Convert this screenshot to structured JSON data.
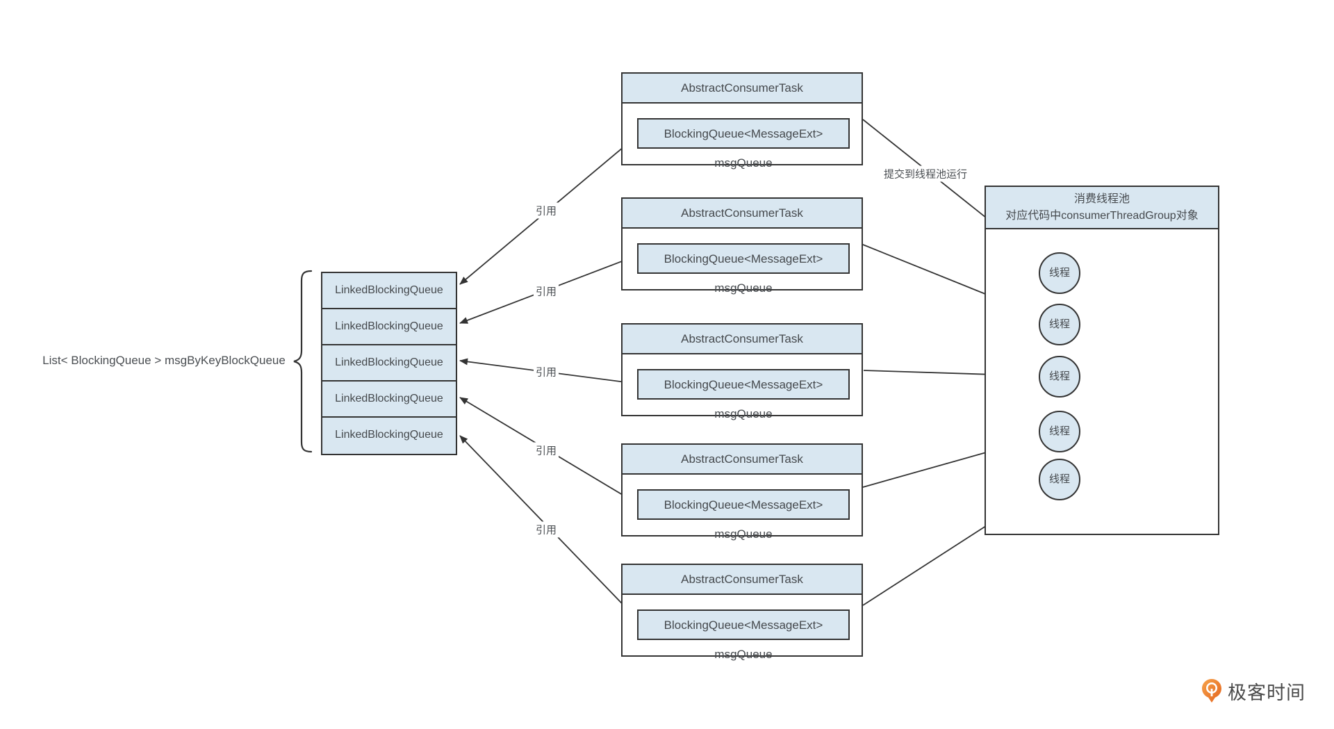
{
  "diagram": {
    "left_label": "List< BlockingQueue > msgByKeyBlockQueue",
    "stack": {
      "items": [
        "LinkedBlockingQueue",
        "LinkedBlockingQueue",
        "LinkedBlockingQueue",
        "LinkedBlockingQueue",
        "LinkedBlockingQueue"
      ]
    },
    "tasks": [
      {
        "title": "AbstractConsumerTask",
        "field": "BlockingQueue<MessageExt> msgQueue"
      },
      {
        "title": "AbstractConsumerTask",
        "field": "BlockingQueue<MessageExt> msgQueue"
      },
      {
        "title": "AbstractConsumerTask",
        "field": "BlockingQueue<MessageExt> msgQueue"
      },
      {
        "title": "AbstractConsumerTask",
        "field": "BlockingQueue<MessageExt> msgQueue"
      },
      {
        "title": "AbstractConsumerTask",
        "field": "BlockingQueue<MessageExt> msgQueue"
      }
    ],
    "ref_labels": [
      "引用",
      "引用",
      "引用",
      "引用",
      "引用"
    ],
    "submit_label": "提交到线程池运行",
    "pool": {
      "title_line1": "消费线程池",
      "title_line2": "对应代码中consumerThreadGroup对象",
      "threads": [
        "线程",
        "线程",
        "线程",
        "线程",
        "线程"
      ]
    },
    "logo": {
      "text": "极客时间"
    },
    "colors": {
      "box_fill": "#d9e7f1",
      "line": "#333333",
      "text": "#45494d",
      "logo_orange": "#e9701f"
    }
  }
}
